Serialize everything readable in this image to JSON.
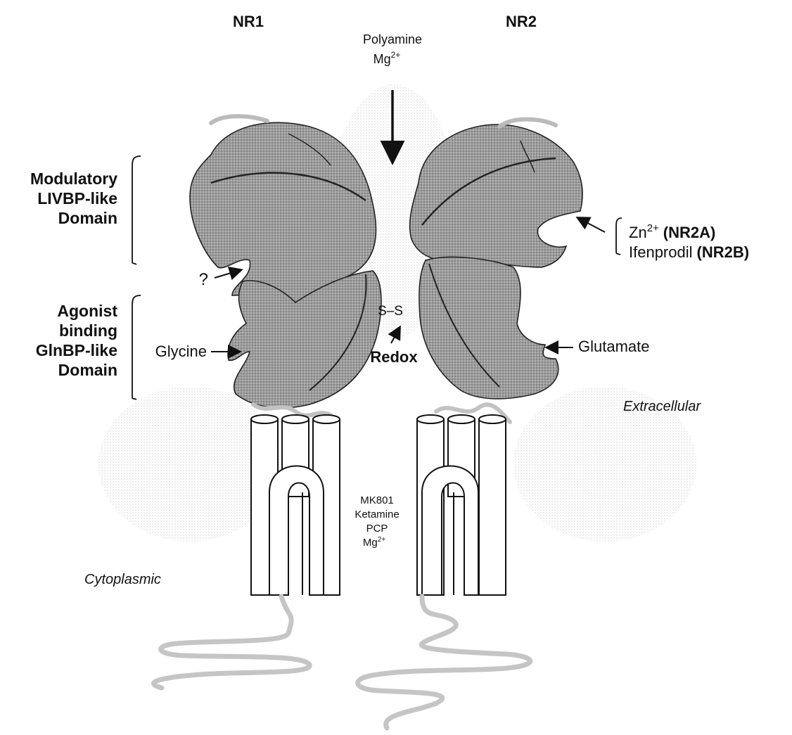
{
  "subunits": {
    "left": "NR1",
    "right": "NR2"
  },
  "top_label": {
    "line1": "Polyamine",
    "line2_base": "Mg",
    "line2_sup": "2+"
  },
  "left_domain_labels": {
    "modulatory": [
      "Modulatory",
      "LIVBP-like",
      "Domain"
    ],
    "agonist": [
      "Agonist",
      "binding",
      "GlnBP-like",
      "Domain"
    ]
  },
  "question_mark": "?",
  "glycine": "Glycine",
  "glutamate": "Glutamate",
  "disulfide": "S–S",
  "redox": "Redox",
  "zinc": {
    "base": "Zn",
    "sup": "2+",
    "site": "(NR2A)"
  },
  "ifenprodil": {
    "name": "Ifenprodil",
    "site": "(NR2B)"
  },
  "extracellular": "Extracellular",
  "cytoplasmic": "Cytoplasmic",
  "channel_blockers": {
    "line1": "MK801",
    "line2": "Ketamine",
    "line3": "PCP",
    "line4_base": "Mg",
    "line4_sup": "2+"
  },
  "colors": {
    "domain_fill": "#8a8a8a",
    "domain_stroke": "#222222",
    "stipple": "#bdbdbd",
    "text": "#111111"
  }
}
